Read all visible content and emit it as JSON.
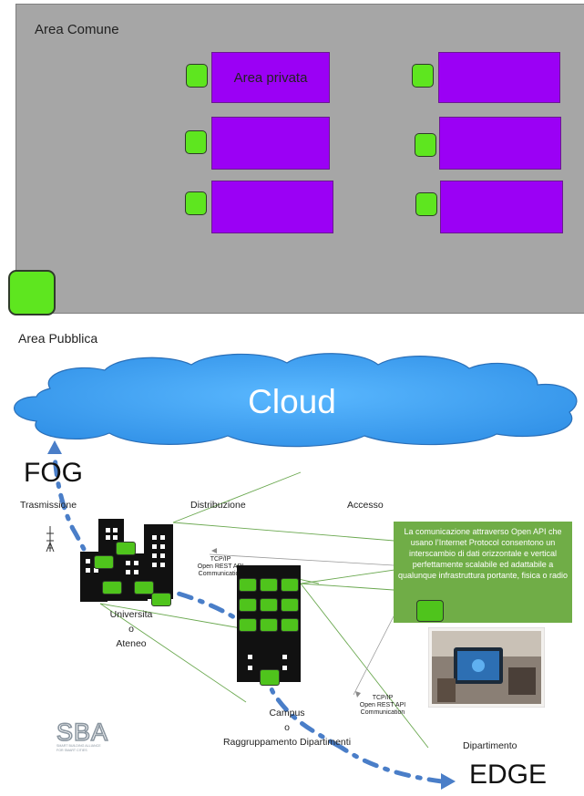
{
  "areas": {
    "common_label": "Area Comune",
    "private_label": "Area privata",
    "public_label": "Area Pubblica"
  },
  "cloud": {
    "label": "Cloud"
  },
  "tiers": {
    "fog": "FOG",
    "edge": "EDGE"
  },
  "columns": {
    "transmission": "Trasmissione",
    "distribution": "Distribuzione",
    "access": "Accesso"
  },
  "links": {
    "university_campus": {
      "protocol": "TCP/IP",
      "api": "Open REST API",
      "type": "Communication"
    },
    "campus_department": {
      "protocol": "TCP/IP",
      "api": "Open REST API",
      "type": "Communication"
    }
  },
  "info_box": {
    "text": "La comunicazione attraverso Open API che usano l’Internet Protocol consentono un interscambio di dati orizzontale e vertical perfettamente scalabile ed adattabile a qualunque infrastruttura portante, fisica o radio"
  },
  "nodes": {
    "university": [
      "Universita",
      "o",
      "Ateneo"
    ],
    "campus": [
      "Campus",
      "o",
      "Raggruppamento Dipartimenti"
    ],
    "department": "Dipartimento"
  },
  "logo": {
    "text": "SBA",
    "tagline1": "SMART BUILDING ALLIANCE",
    "tagline2": "FOR SMART CITIES"
  },
  "colors": {
    "common_area": "#a6a6a6",
    "private_area": "#9b00f5",
    "sensor": "#5ee61f",
    "cloud": "#3da0f0",
    "info_box": "#70ad47",
    "flow_arrow": "#4a7ec8"
  }
}
